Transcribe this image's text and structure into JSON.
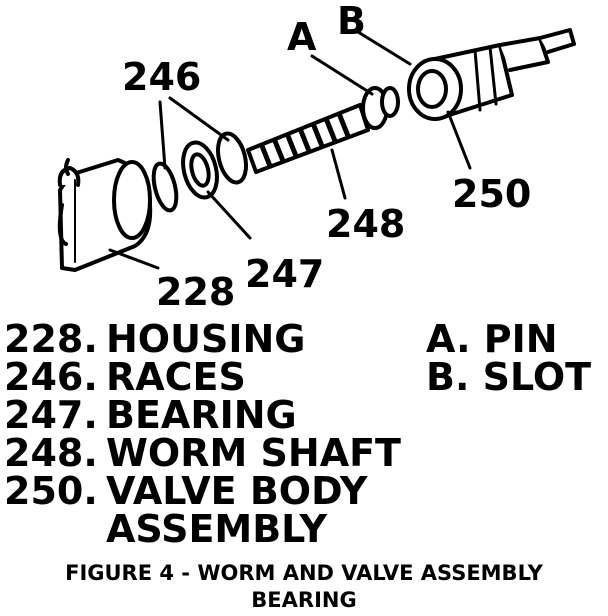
{
  "callouts": {
    "a": "A",
    "b": "B",
    "races": "246",
    "valve_body": "250",
    "worm_shaft": "248",
    "bearing": "247",
    "housing": "228"
  },
  "legend_left": [
    {
      "num": "228.",
      "text": "HOUSING"
    },
    {
      "num": "246.",
      "text": "RACES"
    },
    {
      "num": "247.",
      "text": "BEARING"
    },
    {
      "num": "248.",
      "text": "WORM SHAFT"
    },
    {
      "num": "250.",
      "text": "VALVE BODY"
    },
    {
      "num": "",
      "text": "ASSEMBLY"
    }
  ],
  "legend_right": [
    {
      "num": "A.",
      "text": "PIN"
    },
    {
      "num": "B.",
      "text": "SLOT"
    }
  ],
  "caption": {
    "line1": "FIGURE 4 - WORM AND VALVE ASSEMBLY",
    "line2": "BEARING"
  }
}
